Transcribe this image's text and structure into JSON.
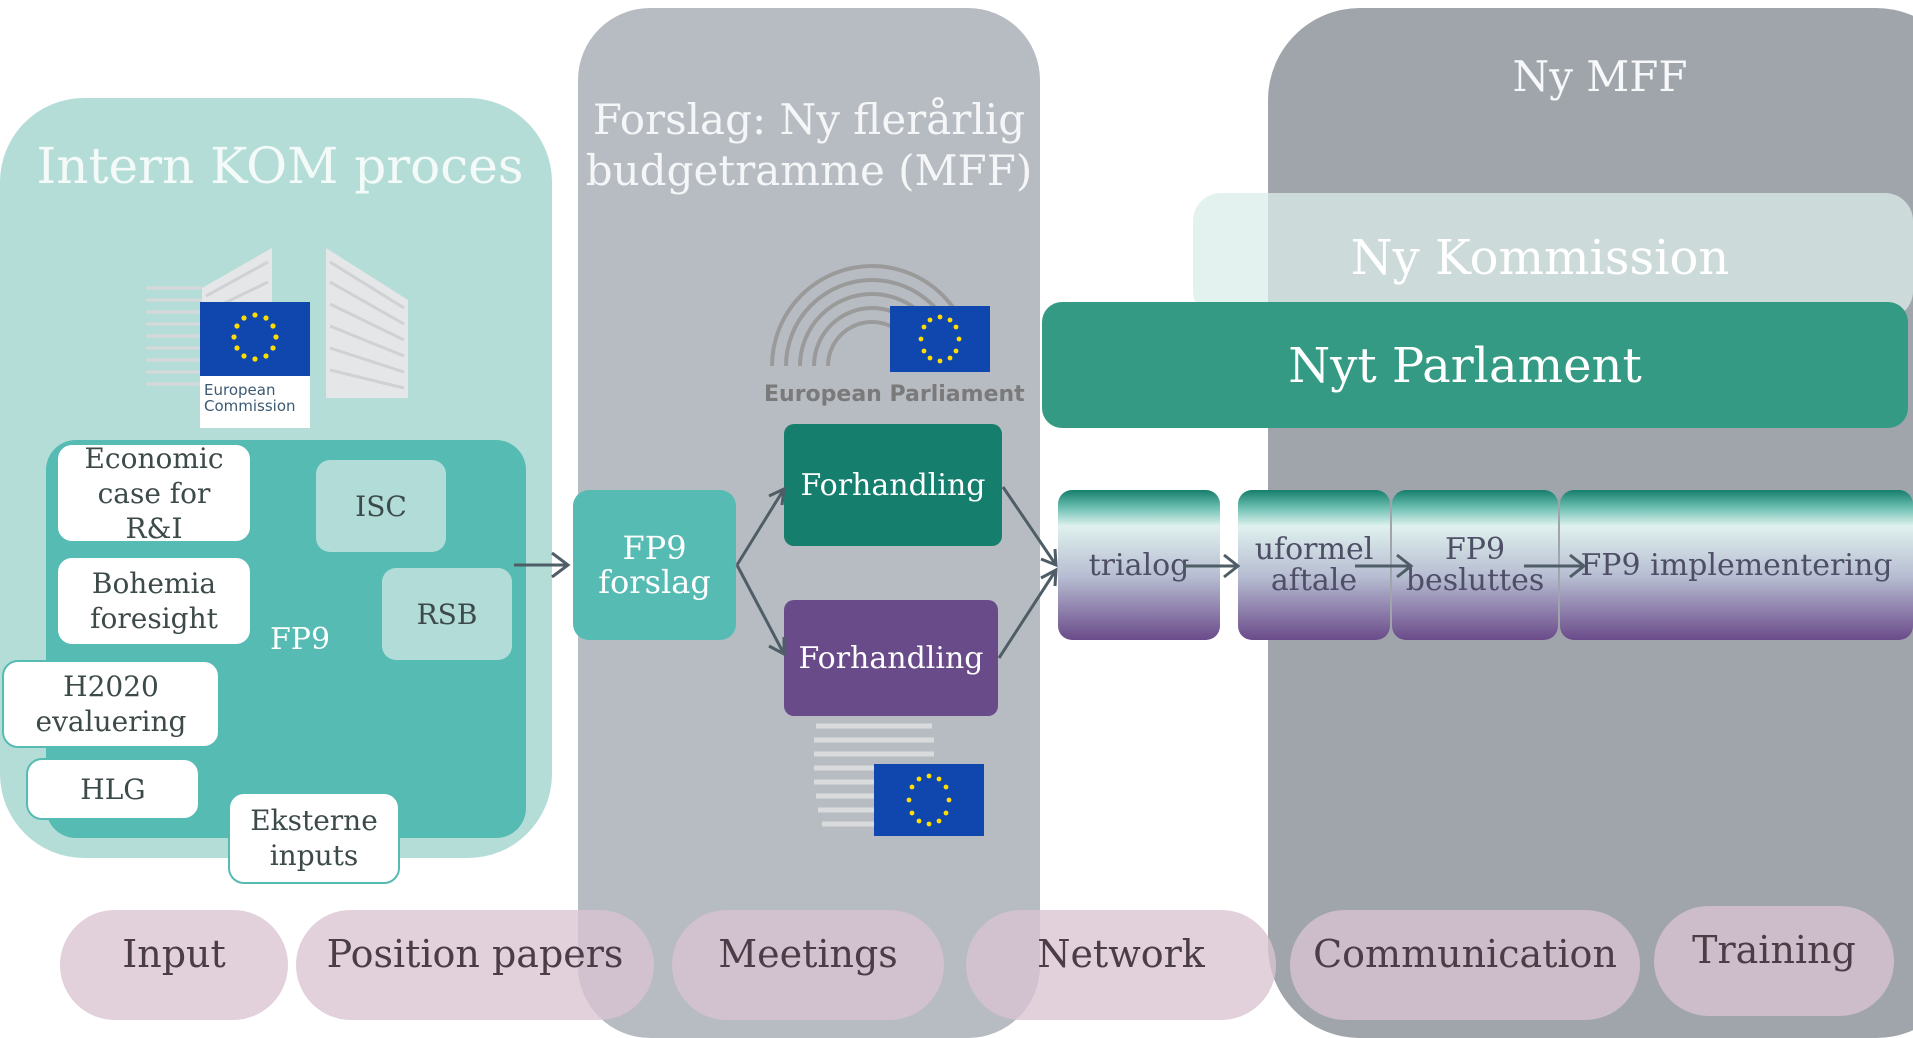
{
  "panels": {
    "intern_kom_title": "Intern KOM proces",
    "mff_proposal_title": "Forslag: Ny flerårlig budgetramme (MFF)",
    "ny_mff_title": "Ny MFF",
    "ny_kommission": "Ny Kommission",
    "nyt_parlament": "Nyt Parlament"
  },
  "fp9": {
    "label": "FP9",
    "inputs": {
      "economic_case": "Economic case for R&I",
      "bohemia": "Bohemia foresight",
      "h2020": "H2020 evaluering",
      "hlg": "HLG",
      "eksterne": "Eksterne inputs",
      "isc": "ISC",
      "rsb": "RSB"
    }
  },
  "process": {
    "fp9_forslag": "FP9 forslag",
    "forhandling_parliament": "Forhandling",
    "forhandling_council": "Forhandling",
    "trialog": "trialog",
    "uformel_aftale": "uformel aftale",
    "fp9_besluttes": "FP9 besluttes",
    "fp9_implementering": "FP9 implementering"
  },
  "logos": {
    "commission": "European Commission",
    "parliament": "European Parliament"
  },
  "pills": [
    "Input",
    "Position papers",
    "Meetings",
    "Network",
    "Communication",
    "Training"
  ],
  "colors": {
    "teal": "#56bbb3",
    "dark_green": "#167e6c",
    "purple": "#6a4b8a",
    "pill": "#dac3d1",
    "eu_blue": "#0f47af",
    "eu_gold": "#ffdd00"
  }
}
